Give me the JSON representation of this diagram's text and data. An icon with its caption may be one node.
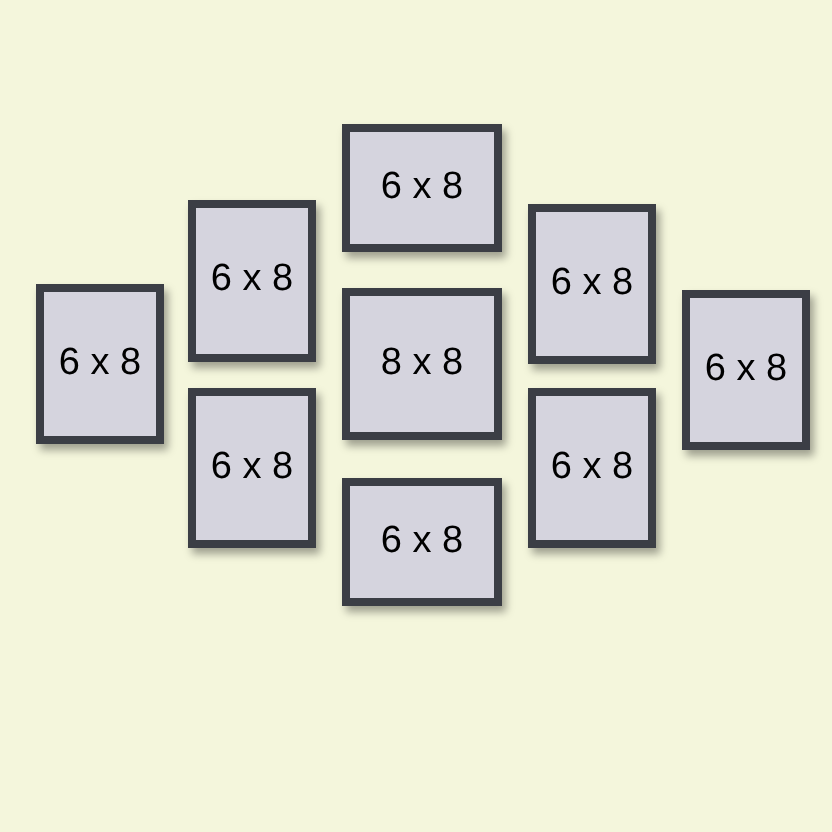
{
  "diagram": {
    "nodes": [
      {
        "text": [
          "6 x 8"
        ]
      },
      {
        "text": [
          "6 x 8"
        ]
      },
      {
        "text": [
          "6 x 8"
        ]
      },
      {
        "text": [
          "6 x 8"
        ]
      },
      {
        "text": [
          "8 x 8"
        ]
      },
      {
        "text": [
          "6 x 8"
        ]
      },
      {
        "text": [
          "6 x 8"
        ]
      },
      {
        "text": [
          "6 x 8"
        ]
      },
      {
        "text": [
          "6 x 8"
        ]
      }
    ]
  }
}
